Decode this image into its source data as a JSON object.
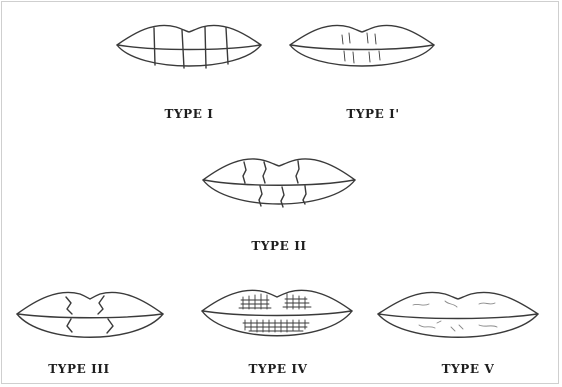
{
  "figure": {
    "types": [
      {
        "id": "type-1",
        "label": "TYPE I"
      },
      {
        "id": "type-1-prime",
        "label": "TYPE I'"
      },
      {
        "id": "type-2",
        "label": "TYPE II"
      },
      {
        "id": "type-3",
        "label": "TYPE III"
      },
      {
        "id": "type-4",
        "label": "TYPE IV"
      },
      {
        "id": "type-5",
        "label": "TYPE V"
      }
    ]
  },
  "colors": {
    "stroke": "#3a3a3a",
    "frame_border": "#cfcfcf",
    "background": "#ffffff"
  }
}
